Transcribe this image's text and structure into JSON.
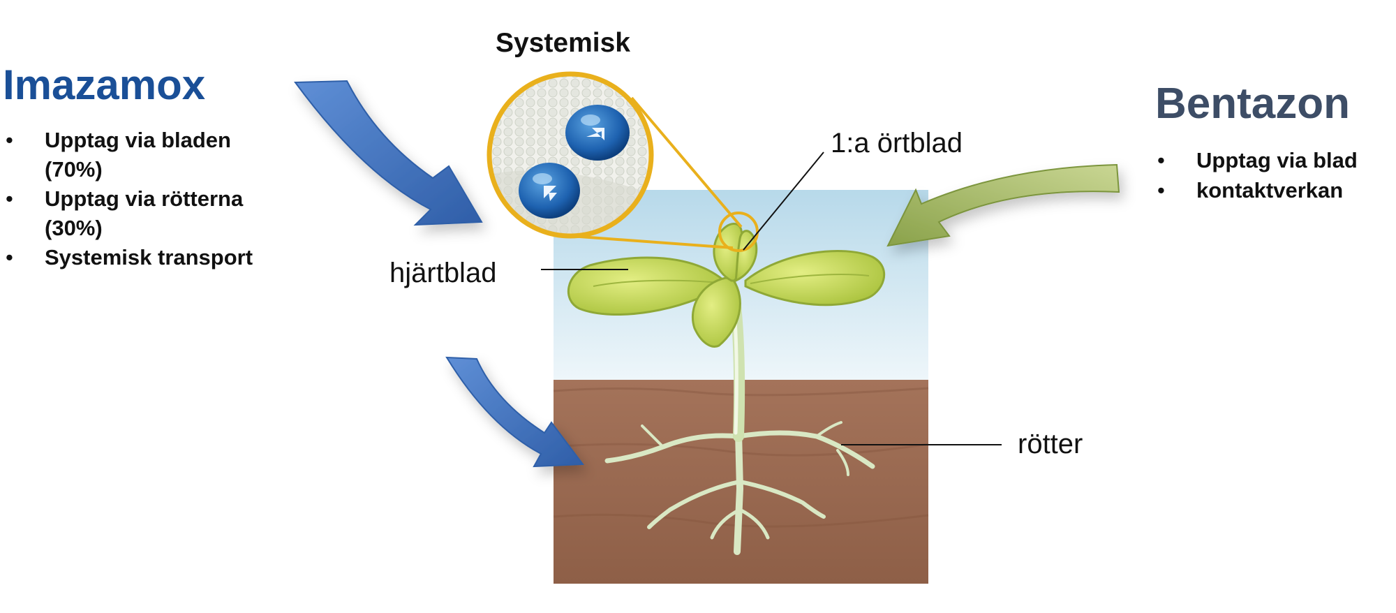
{
  "imazamox": {
    "title": "Imazamox",
    "bullets": [
      "Upptag via bladen (70%)",
      "Upptag via rötterna (30%)",
      "Systemisk transport"
    ]
  },
  "bentazon": {
    "title": "Bentazon",
    "bullets": [
      "Upptag via blad",
      "kontaktverkan"
    ]
  },
  "magnifier": {
    "title": "Systemisk"
  },
  "labels": {
    "first_leaf": "1:a örtblad",
    "cotyledon": "hjärtblad",
    "roots": "rötter"
  },
  "colors": {
    "imazamox_title": "#1a4f97",
    "bentazon_title": "#3d4d66",
    "blue_arrow": "#4a78c0",
    "green_arrow": "#a8bd6a",
    "sky": "#cfe6f1",
    "soil": "#9a6a50",
    "leaf": "#c9db55",
    "magnifier_ring": "#e9b01c"
  }
}
